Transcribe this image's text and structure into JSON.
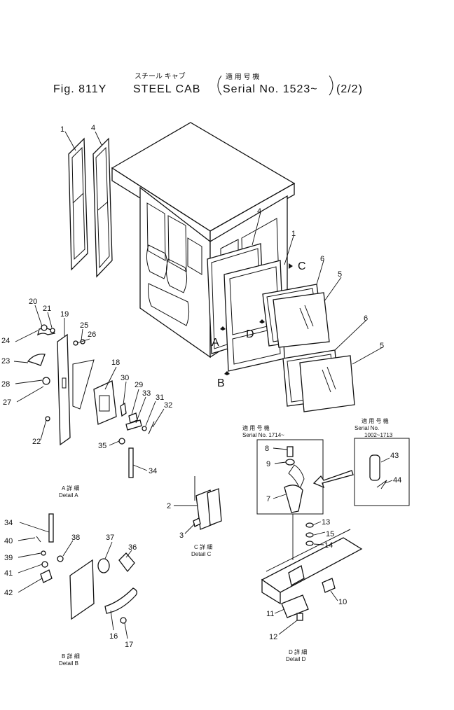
{
  "header": {
    "fig": "Fig. 811Y",
    "jp_title": "スチール キャブ",
    "title": "STEEL  CAB",
    "jp_serial": "適 用 号 機",
    "serial": "Serial No. 1523~",
    "page": "(2/2)"
  },
  "callouts": {
    "c_1a": "1",
    "c_4a": "4",
    "c_4b": "4",
    "c_1b": "1",
    "c_6a": "6",
    "c_5a": "5",
    "c_6b": "6",
    "c_5b": "5",
    "c_20": "20",
    "c_21": "21",
    "c_19": "19",
    "c_25": "25",
    "c_26": "26",
    "c_24": "24",
    "c_23": "23",
    "c_28": "28",
    "c_27": "27",
    "c_18": "18",
    "c_30": "30",
    "c_29": "29",
    "c_33": "33",
    "c_31": "31",
    "c_32": "32",
    "c_22": "22",
    "c_35": "35",
    "c_34": "34",
    "c_2": "2",
    "c_3": "3",
    "c_34b": "34",
    "c_38": "38",
    "c_37": "37",
    "c_36": "36",
    "c_40": "40",
    "c_39": "39",
    "c_41": "41",
    "c_42": "42",
    "c_16": "16",
    "c_17": "17",
    "c_8": "8",
    "c_9": "9",
    "c_7": "7",
    "c_43": "43",
    "c_44": "44",
    "c_13": "13",
    "c_15": "15",
    "c_14": "14",
    "c_10": "10",
    "c_11": "11",
    "c_12": "12"
  },
  "markers": {
    "A": "A",
    "B": "B",
    "C": "C",
    "D": "D"
  },
  "details": {
    "a_jp": "A 詳 細",
    "a_en": "Detail  A",
    "b_jp": "B 詳 細",
    "b_en": "Detail  B",
    "c_jp": "C 詳 細",
    "c_en": "Detail  C",
    "d_jp": "D 詳 細",
    "d_en": "Detail  D"
  },
  "serial_boxes": {
    "left_jp": "適 用 号 機",
    "left_en": "Serial  No. 1714~",
    "right_jp": "適 用 号 機",
    "right_en1": "Serial  No.",
    "right_en2": "1002~1713"
  }
}
